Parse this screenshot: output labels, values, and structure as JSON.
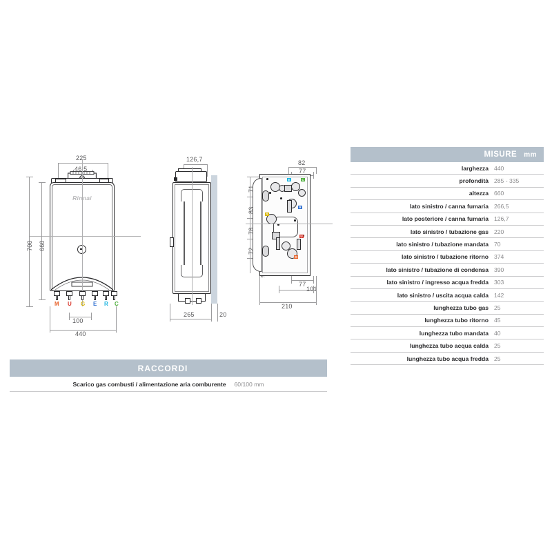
{
  "front_view": {
    "brand_logo": "Rinnai",
    "dim_top_outer": "225",
    "dim_top_inner": "46,5",
    "dim_height_outer": "700",
    "dim_height_inner": "660",
    "dim_bottom_inner": "100",
    "dim_width": "440",
    "ports": [
      {
        "letter": "M",
        "color": "#e8622a"
      },
      {
        "letter": "U",
        "color": "#d8352a"
      },
      {
        "letter": "G",
        "color": "#d6b400"
      },
      {
        "letter": "E",
        "color": "#2f6fd0"
      },
      {
        "letter": "R",
        "color": "#19b4e0"
      },
      {
        "letter": "C",
        "color": "#4faf3c"
      }
    ]
  },
  "side_view": {
    "dim_top": "126,7",
    "dim_depth": "265",
    "dim_gap": "20"
  },
  "internal_view": {
    "dim_top_outer": "82",
    "dim_top_inner": "77",
    "dim_left": [
      "71",
      "83",
      "78",
      "72"
    ],
    "dim_bottom_inner": "77",
    "dim_bottom_mid": "101",
    "dim_bottom_outer": "210"
  },
  "misure_table": {
    "header_title": "MISURE",
    "header_unit": "mm",
    "rows": [
      {
        "label": "larghezza",
        "value": "440"
      },
      {
        "label": "profondità",
        "value": "285 - 335"
      },
      {
        "label": "altezza",
        "value": "660"
      },
      {
        "label": "lato sinistro / canna fumaria",
        "value": "266,5"
      },
      {
        "label": "lato posteriore / canna fumaria",
        "value": "126,7"
      },
      {
        "label": "lato sinistro / tubazione gas",
        "value": "220"
      },
      {
        "label": "lato sinistro / tubazione mandata",
        "value": "70"
      },
      {
        "label": "lato sinistro / tubazione ritorno",
        "value": "374"
      },
      {
        "label": "lato sinistro / tubazione di condensa",
        "value": "390"
      },
      {
        "label": "lato sinistro / ingresso acqua fredda",
        "value": "303"
      },
      {
        "label": "lato sinistro / uscita acqua calda",
        "value": "142"
      },
      {
        "label": "lunghezza tubo gas",
        "value": "25"
      },
      {
        "label": "lunghezza tubo ritorno",
        "value": "45"
      },
      {
        "label": "lunghezza tubo mandata",
        "value": "40"
      },
      {
        "label": "lunghezza tubo acqua calda",
        "value": "25"
      },
      {
        "label": "lunghezza tubo acqua fredda",
        "value": "25"
      }
    ]
  },
  "raccordi_table": {
    "header_title": "RACCORDI",
    "rows": [
      {
        "label": "Scarico gas combusti / alimentazione aria comburente",
        "value": "60/100 mm"
      }
    ]
  },
  "colors": {
    "header_bar": "#b4c0cb",
    "label_text": "#2b2b2d",
    "value_text": "#8a8a8c",
    "rule": "#c9c9cb",
    "wall_fill": "#ccd5de"
  }
}
